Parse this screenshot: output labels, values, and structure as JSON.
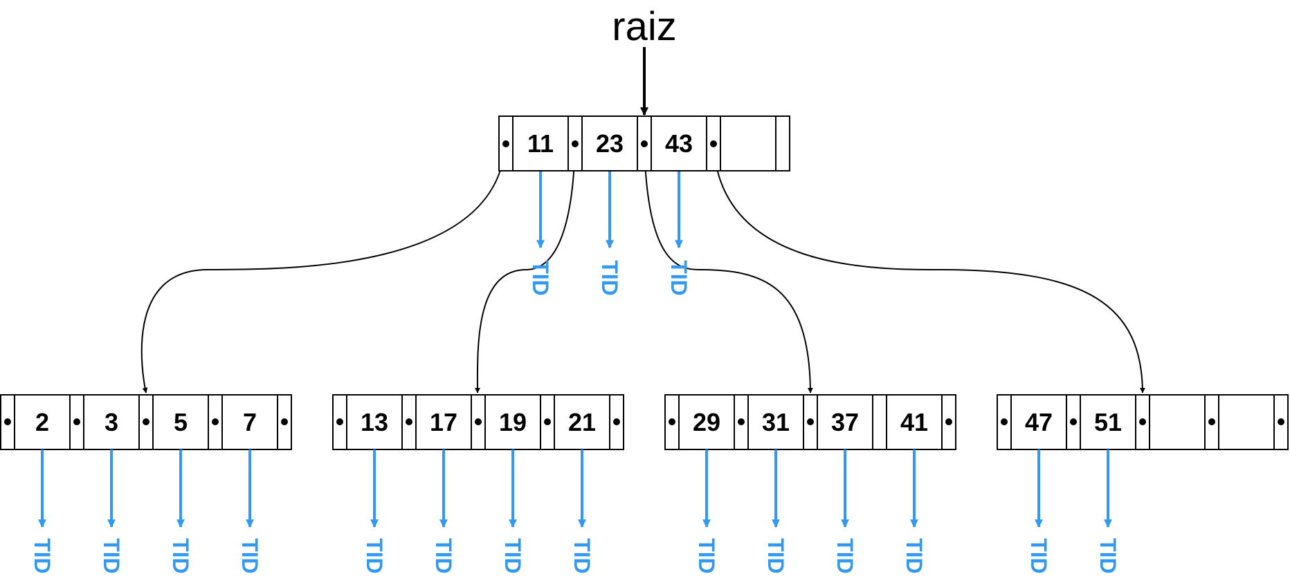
{
  "root_label": "raiz",
  "tid_label": "TID",
  "colors": {
    "tid": "#3399ee",
    "lines": "#000000",
    "background": "#ffffff"
  },
  "root_node": {
    "keys": [
      "11",
      "23",
      "43",
      ""
    ]
  },
  "leaf_nodes": [
    {
      "keys": [
        "2",
        "3",
        "5",
        "7"
      ]
    },
    {
      "keys": [
        "13",
        "17",
        "19",
        "21"
      ]
    },
    {
      "keys": [
        "29",
        "31",
        "37",
        "41"
      ]
    },
    {
      "keys": [
        "47",
        "51",
        "",
        ""
      ]
    }
  ]
}
